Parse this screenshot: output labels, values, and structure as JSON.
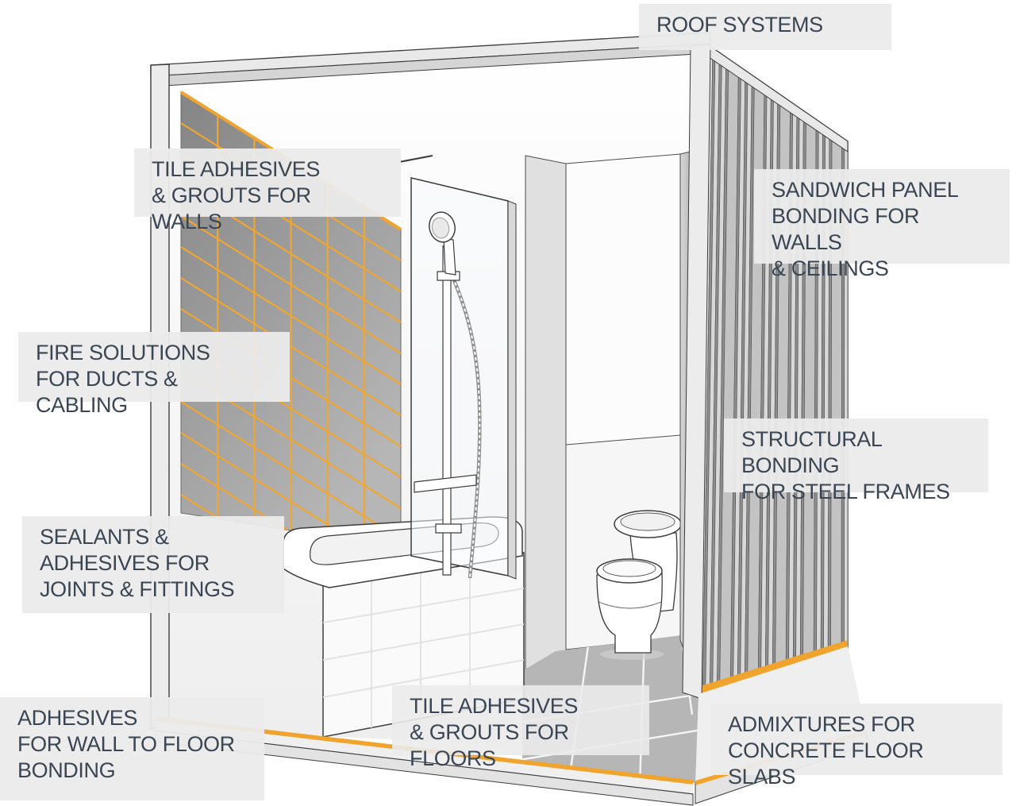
{
  "colors": {
    "accent_orange": "#F0A42E",
    "label_background": "#EBEBEB",
    "label_text": "#3A4654",
    "tile_wall_gray": "#9A9A9A",
    "floor_gray": "#B6B6B6",
    "outline": "#3C3C3C"
  },
  "labels": {
    "roof_systems": "ROOF SYSTEMS",
    "tile_adhesives_walls": "TILE ADHESIVES\n& GROUTS FOR WALLS",
    "sandwich_panel": "SANDWICH PANEL\nBONDING FOR WALLS\n& CEILINGS",
    "fire_solutions": "FIRE SOLUTIONS\nFOR DUCTS & CABLING",
    "structural_bonding": "STRUCTURAL BONDING\nFOR STEEL FRAMES",
    "sealants_adhesives": "SEALANTS &\nADHESIVES FOR\nJOINTS & FITTINGS",
    "adhesives_wall_floor": "ADHESIVES\nFOR WALL TO FLOOR\nBONDING",
    "tile_adhesives_floors": "TILE ADHESIVES\n& GROUTS FOR FLOORS",
    "admixtures": "ADMIXTURES FOR\nCONCRETE FLOOR SLABS"
  },
  "figure": {
    "type": "isometric-cutaway-illustration",
    "subject": "prefabricated modular bathroom pod",
    "components": [
      "roof frame",
      "tiled wall",
      "shower glass panel",
      "shower set",
      "bathtub",
      "washbasin",
      "toilet",
      "partition wall",
      "sandwich panel wall",
      "tiled floor",
      "concrete floor slab"
    ]
  }
}
